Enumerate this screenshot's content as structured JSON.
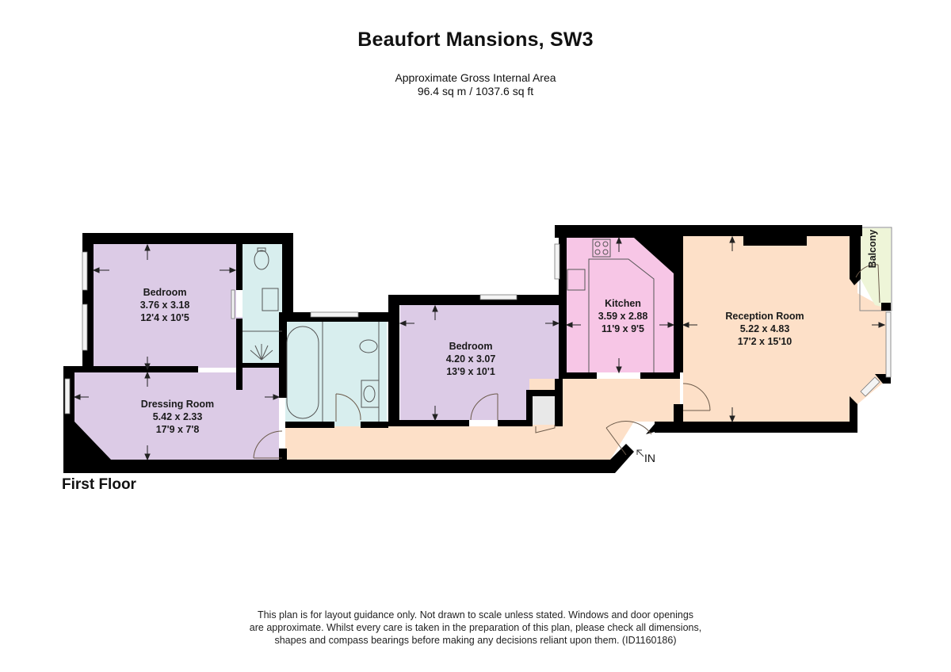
{
  "header": {
    "title": "Beaufort Mansions, SW3",
    "area_label": "Approximate Gross Internal Area",
    "area_value": "96.4 sq m / 1037.6 sq ft"
  },
  "floor": {
    "label": "First Floor"
  },
  "rooms": {
    "bedroom_1": {
      "name": "Bedroom",
      "metric": "3.76 x 3.18",
      "imperial": "12'4 x 10'5",
      "color": "#dccbe6"
    },
    "dressing_room": {
      "name": "Dressing Room",
      "metric": "5.42 x 2.33",
      "imperial": "17'9 x 7'8",
      "color": "#dccbe6"
    },
    "bedroom_2": {
      "name": "Bedroom",
      "metric": "4.20 x 3.07",
      "imperial": "13'9 x 10'1",
      "color": "#dccbe6"
    },
    "kitchen": {
      "name": "Kitchen",
      "metric": "3.59 x 2.88",
      "imperial": "11'9 x 9'5",
      "color": "#f7c6e6"
    },
    "reception_room": {
      "name": "Reception Room",
      "metric": "5.22 x 4.83",
      "imperial": "17'2 x 15'10",
      "color": "#fde0c8"
    },
    "balcony": {
      "name": "Balcony",
      "color": "#eef5d8"
    },
    "bathrooms": {
      "color": "#d8eeee"
    },
    "hallway": {
      "color": "#fde0c8"
    },
    "cupboard": {
      "color": "#e8e8e8"
    }
  },
  "entrance": {
    "label": "IN"
  },
  "walls": {
    "color": "#000000"
  },
  "footer": {
    "disclaimer_lines": [
      "This plan is for layout guidance only. Not drawn to scale unless stated. Windows and door openings",
      "are approximate. Whilst every care is taken in the preparation of this plan, please check all dimensions,",
      "shapes and compass bearings before making any decisions reliant upon them. (ID1160186)"
    ]
  }
}
